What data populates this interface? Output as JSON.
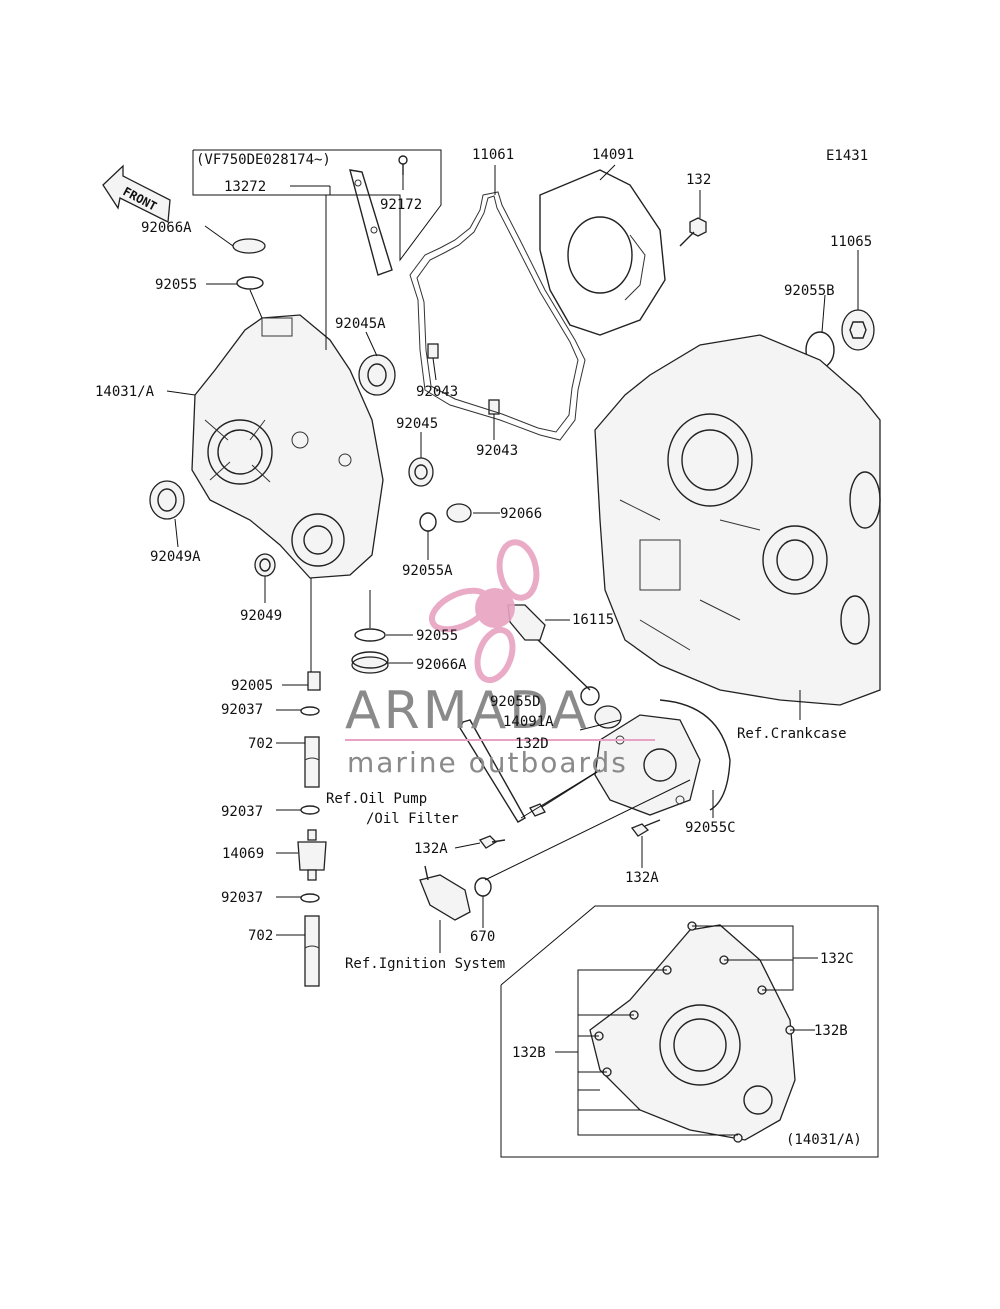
{
  "diagram_code": "E1431",
  "serial_note": "(VF750DE028174~)",
  "front_label": "FRONT",
  "parts": {
    "p13272": "13272",
    "p92172": "92172",
    "p11061": "11061",
    "p14091": "14091",
    "p132": "132",
    "p11065": "11065",
    "p92055B": "92055B",
    "p92066A_top": "92066A",
    "p92055_top": "92055",
    "p92045A": "92045A",
    "p14031A": "14031/A",
    "p92043_a": "92043",
    "p92043_b": "92043",
    "p92045": "92045",
    "p92066": "92066",
    "p92049A": "92049A",
    "p92055A": "92055A",
    "p92049": "92049",
    "p16115": "16115",
    "p92055_mid": "92055",
    "p92066A_mid": "92066A",
    "p92005": "92005",
    "p92055D": "92055D",
    "p14091A": "14091A",
    "p92037_a": "92037",
    "p132D": "132D",
    "p702_a": "702",
    "p92037_b": "92037",
    "p92055C": "92055C",
    "p132A_left": "132A",
    "p14069": "14069",
    "p132A_right": "132A",
    "p92037_c": "92037",
    "p670": "670",
    "p702_b": "702",
    "p132C": "132C",
    "p132B_right": "132B",
    "p132B_left": "132B"
  },
  "refs": {
    "crankcase": "Ref.Crankcase",
    "oil_pump_1": "Ref.Oil Pump",
    "oil_pump_2": "/Oil Filter",
    "ignition": "Ref.Ignition System"
  },
  "inset_label": "(14031/A)",
  "watermark": {
    "brand": "ARMADA",
    "tagline": "marine outboards",
    "accent_color": "#e8a3c2",
    "text_color": "#8a8a8a"
  }
}
